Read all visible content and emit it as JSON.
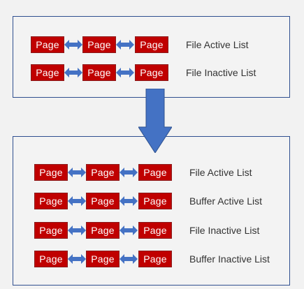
{
  "page_label": "Page",
  "colors": {
    "page_fill": "#c00000",
    "link_arrow": "#4472c4",
    "transition_arrow": "#4472c4",
    "panel_border": "#2f4f8f"
  },
  "before": {
    "lists": [
      {
        "label": "File Active List"
      },
      {
        "label": "File Inactive List"
      }
    ]
  },
  "after": {
    "lists": [
      {
        "label": "File Active List"
      },
      {
        "label": "Buffer Active List"
      },
      {
        "label": "File Inactive List"
      },
      {
        "label": "Buffer Inactive List"
      }
    ]
  }
}
